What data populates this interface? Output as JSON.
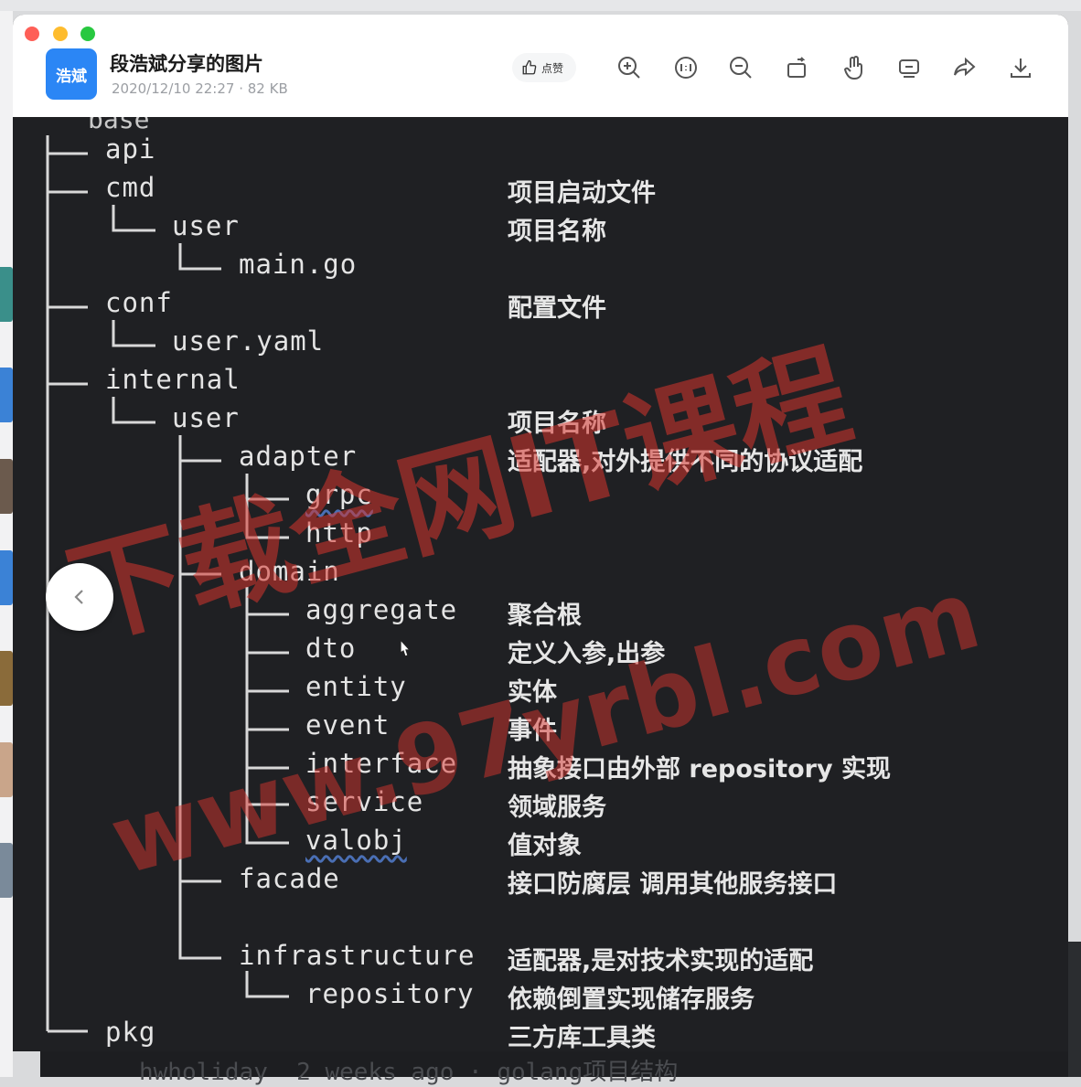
{
  "window": {
    "avatar_text": "浩斌",
    "title": "段浩斌分享的图片",
    "meta": "2020/12/10 22:27 · 82 KB"
  },
  "toolbar": {
    "like_label": "点赞",
    "tools": [
      "zoom-in-icon",
      "original-size-icon",
      "zoom-out-icon",
      "rotate-icon",
      "hand-icon",
      "screen-icon",
      "forward-icon",
      "download-icon"
    ]
  },
  "tree": [
    {
      "name": "api",
      "note": ""
    },
    {
      "name": "cmd",
      "note": "项目启动文件"
    },
    {
      "name": "user",
      "note": "项目名称"
    },
    {
      "name": "main.go",
      "note": ""
    },
    {
      "name": "conf",
      "note": "配置文件"
    },
    {
      "name": "user.yaml",
      "note": ""
    },
    {
      "name": "internal",
      "note": ""
    },
    {
      "name": "user",
      "note": "项目名称"
    },
    {
      "name": "adapter",
      "note": "适配器,对外提供不同的协议适配"
    },
    {
      "name": "grpc",
      "note": ""
    },
    {
      "name": "http",
      "note": ""
    },
    {
      "name": "domain",
      "note": ""
    },
    {
      "name": "aggregate",
      "note": "聚合根"
    },
    {
      "name": "dto",
      "note": "定义入参,出参"
    },
    {
      "name": "entity",
      "note": "实体"
    },
    {
      "name": "event",
      "note": "事件"
    },
    {
      "name": "interface",
      "note": "抽象接口由外部 repository 实现"
    },
    {
      "name": "service",
      "note": "领域服务"
    },
    {
      "name": "valobj",
      "note": "值对象"
    },
    {
      "name": "facade",
      "note": "接口防腐层 调用其他服务接口"
    },
    {
      "name": "infrastructure",
      "note": "适配器,是对技术实现的适配"
    },
    {
      "name": "repository",
      "note": "依赖倒置实现储存服务"
    },
    {
      "name": "pkg",
      "note": "三方库工具类"
    }
  ],
  "watermark": {
    "line1": "下载全网IT课程",
    "line2": "www.97yrbl.com"
  },
  "background_footer": "hwholiday  2 weeks ago · golang项目结构"
}
